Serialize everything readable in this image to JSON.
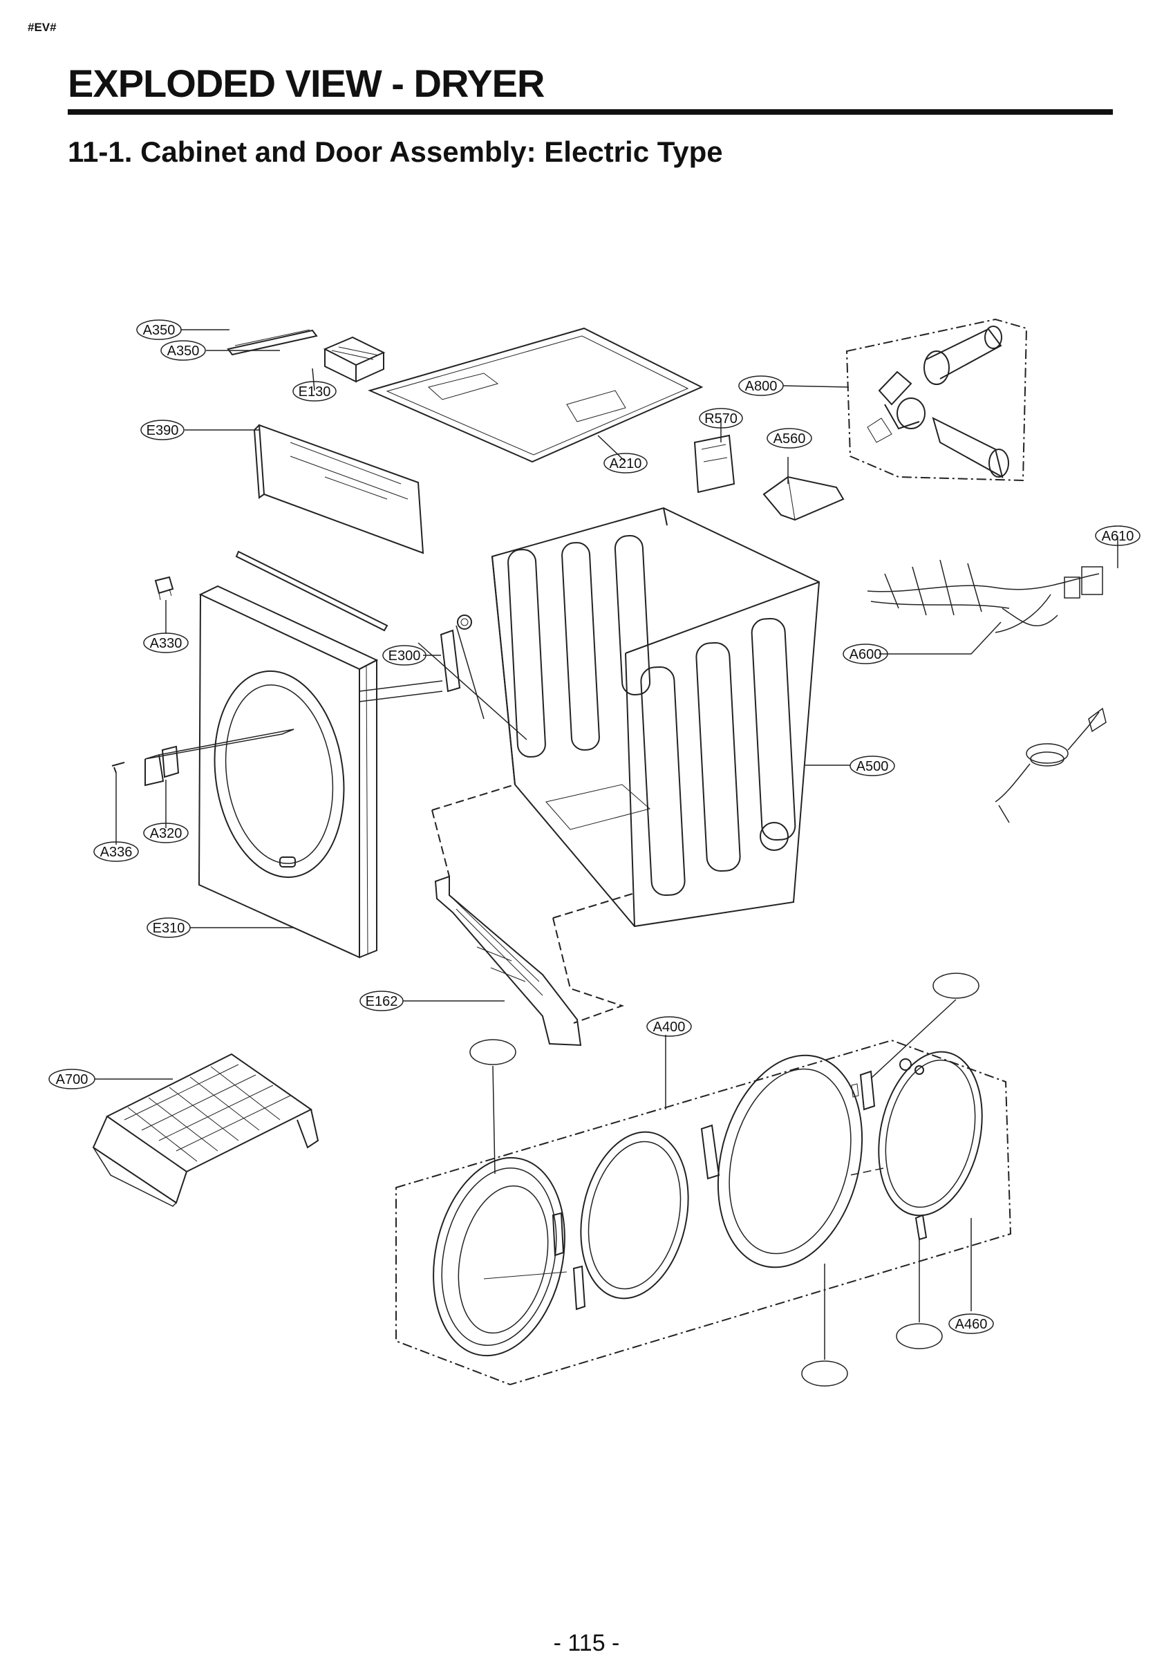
{
  "page": {
    "tag": "#EV#",
    "title": "EXPLODED VIEW - DRYER",
    "subtitle": "11-1. Cabinet and Door Assembly: Electric Type",
    "page_number": "- 115 -"
  },
  "callouts": {
    "a350_top": "A350",
    "a350_bottom": "A350",
    "e130": "E130",
    "e390": "E390",
    "a210": "A210",
    "a800": "A800",
    "r570": "R570",
    "a560": "A560",
    "a610": "A610",
    "a600": "A600",
    "a330": "A330",
    "e300": "E300",
    "a500": "A500",
    "a320": "A320",
    "a336": "A336",
    "e310": "E310",
    "e162": "E162",
    "a400": "A400",
    "a700": "A700",
    "a460": "A460"
  }
}
